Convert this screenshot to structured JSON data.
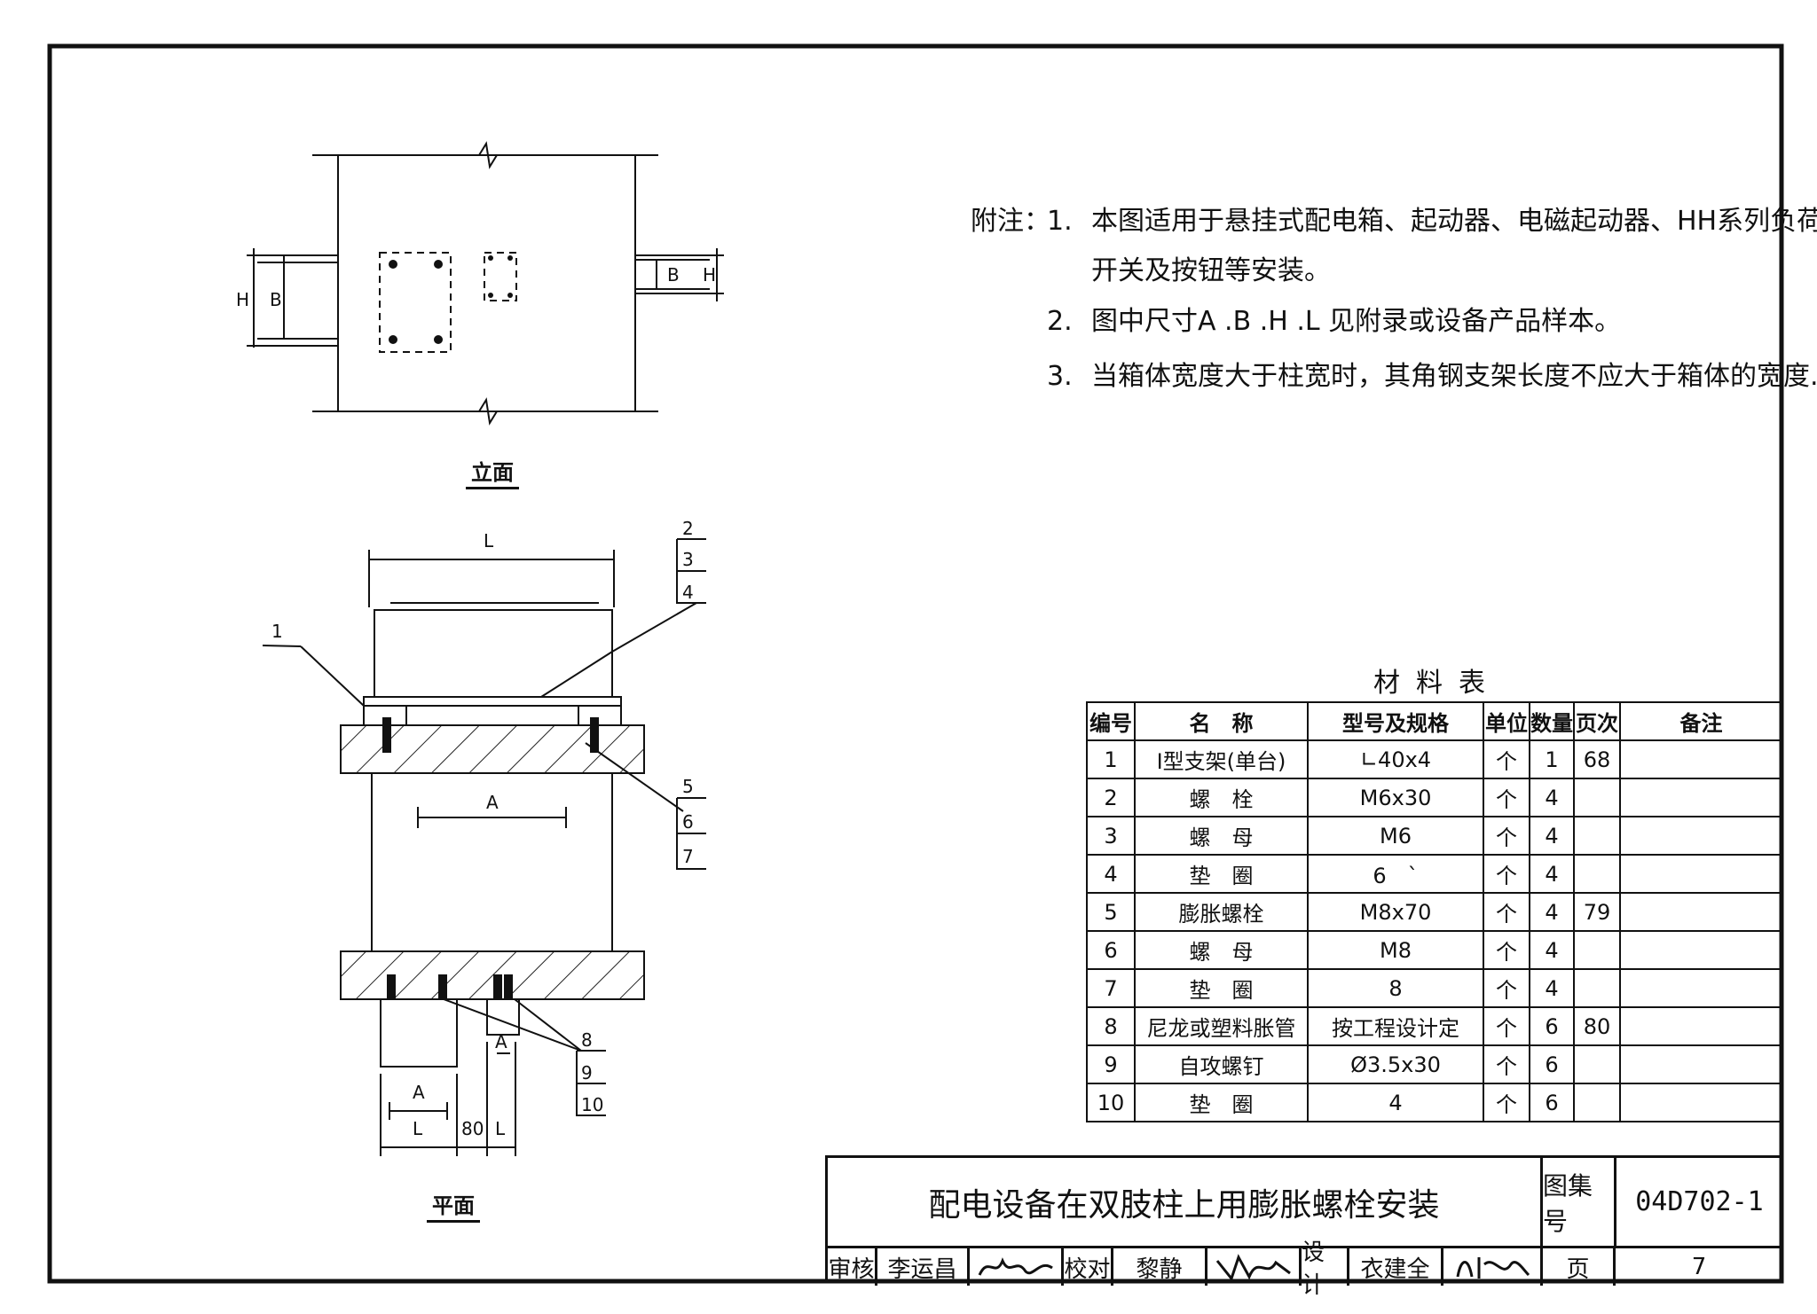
{
  "notes": {
    "prefix": "附注：",
    "items": [
      {
        "num": "1.",
        "lines": [
          "本图适用于悬挂式配电箱、起动器、电磁起动器、HH系列负荷",
          "开关及按钮等安装。"
        ]
      },
      {
        "num": "2.",
        "lines": [
          "图中尺寸A .B .H .L  见附录或设备产品样本。"
        ]
      },
      {
        "num": "3.",
        "lines": [
          "当箱体宽度大于柱宽时，其角钢支架长度不应大于箱体的宽度."
        ]
      }
    ]
  },
  "views": {
    "elevation_caption": "立面",
    "plan_caption": "平面"
  },
  "dimensions": {
    "H": "H",
    "B": "B",
    "L": "L",
    "A": "A",
    "eighty": "80"
  },
  "callouts": [
    "1",
    "2",
    "3",
    "4",
    "5",
    "6",
    "7",
    "8",
    "9",
    "10"
  ],
  "materials": {
    "title": "材料表",
    "headers": [
      "编号",
      "名　称",
      "型号及规格",
      "单位",
      "数量",
      "页次",
      "备注"
    ],
    "rows": [
      [
        "1",
        "Ⅰ型支架(单台)",
        "∟40x4",
        "个",
        "1",
        "68",
        ""
      ],
      [
        "2",
        "螺　栓",
        "M6x30",
        "个",
        "4",
        "",
        ""
      ],
      [
        "3",
        "螺　母",
        "M6",
        "个",
        "4",
        "",
        ""
      ],
      [
        "4",
        "垫　圈",
        "6　`",
        "个",
        "4",
        "",
        ""
      ],
      [
        "5",
        "膨胀螺栓",
        "M8x70",
        "个",
        "4",
        "79",
        ""
      ],
      [
        "6",
        "螺　母",
        "M8",
        "个",
        "4",
        "",
        ""
      ],
      [
        "7",
        "垫　圈",
        "8",
        "个",
        "4",
        "",
        ""
      ],
      [
        "8",
        "尼龙或塑料胀管",
        "按工程设计定",
        "个",
        "6",
        "80",
        ""
      ],
      [
        "9",
        "自攻螺钉",
        "Ø3.5x30",
        "个",
        "6",
        "",
        ""
      ],
      [
        "10",
        "垫　圈",
        "4",
        "个",
        "6",
        "",
        ""
      ]
    ]
  },
  "title_block": {
    "drawing_title": "配电设备在双肢柱上用膨胀螺栓安装",
    "atlas_label": "图集号",
    "atlas_number": "04D702-1",
    "review_label": "审核",
    "reviewer": "李运昌",
    "check_label": "校对",
    "checker": "黎静",
    "design_label": "设计",
    "designer": "衣建全",
    "page_label": "页",
    "page_number": "7"
  }
}
